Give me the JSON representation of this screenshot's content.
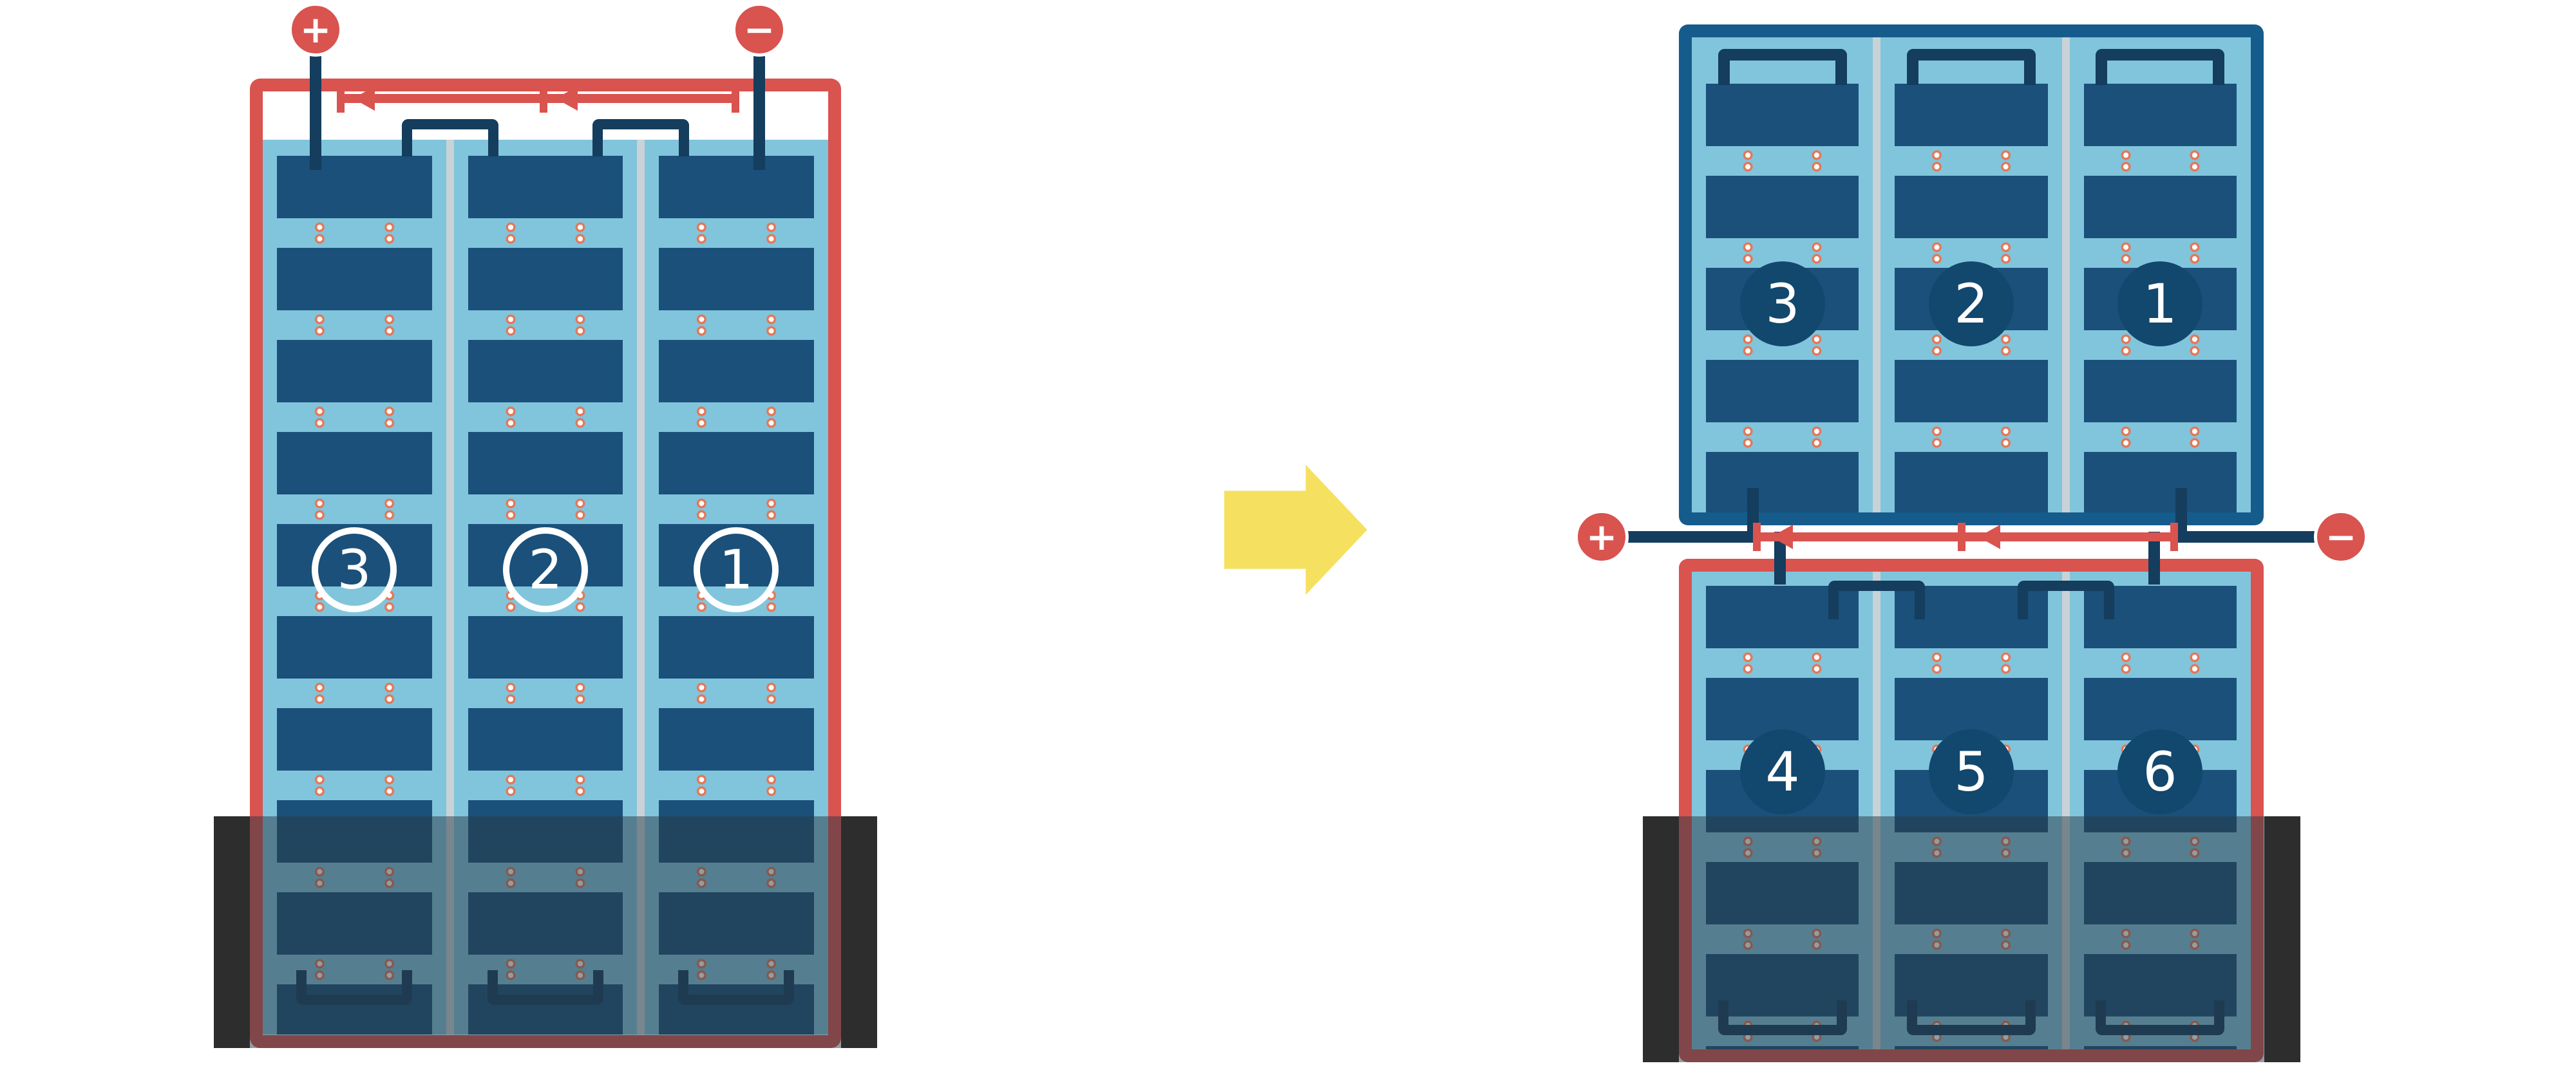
{
  "colors": {
    "red": "#D9534F",
    "navy_cell": "#1A507A",
    "navy_wire": "#143D5E",
    "navy_circle_fill": "#12476E",
    "frame_blue": "#155C8C",
    "light_blue": "#81C5DC",
    "column_separator": "#C9D2D6",
    "arrow_yellow": "#F5E060",
    "shade_overlay": "rgba(42,58,68,0.5)",
    "shade_bar_black": "#2D2D2D",
    "dot_ring": "#E2795A"
  },
  "left_module": {
    "terminals": {
      "plus": "+",
      "minus": "−"
    },
    "substrings": [
      "3",
      "2",
      "1"
    ]
  },
  "right_group": {
    "top_module": {
      "substrings": [
        "3",
        "2",
        "1"
      ]
    },
    "bottom_module": {
      "substrings": [
        "4",
        "5",
        "6"
      ]
    },
    "terminals": {
      "plus": "+",
      "minus": "−"
    }
  },
  "icons": {
    "plus_terminal": "+",
    "minus_terminal": "−",
    "transform_arrow": "→",
    "current_direction": "←"
  }
}
